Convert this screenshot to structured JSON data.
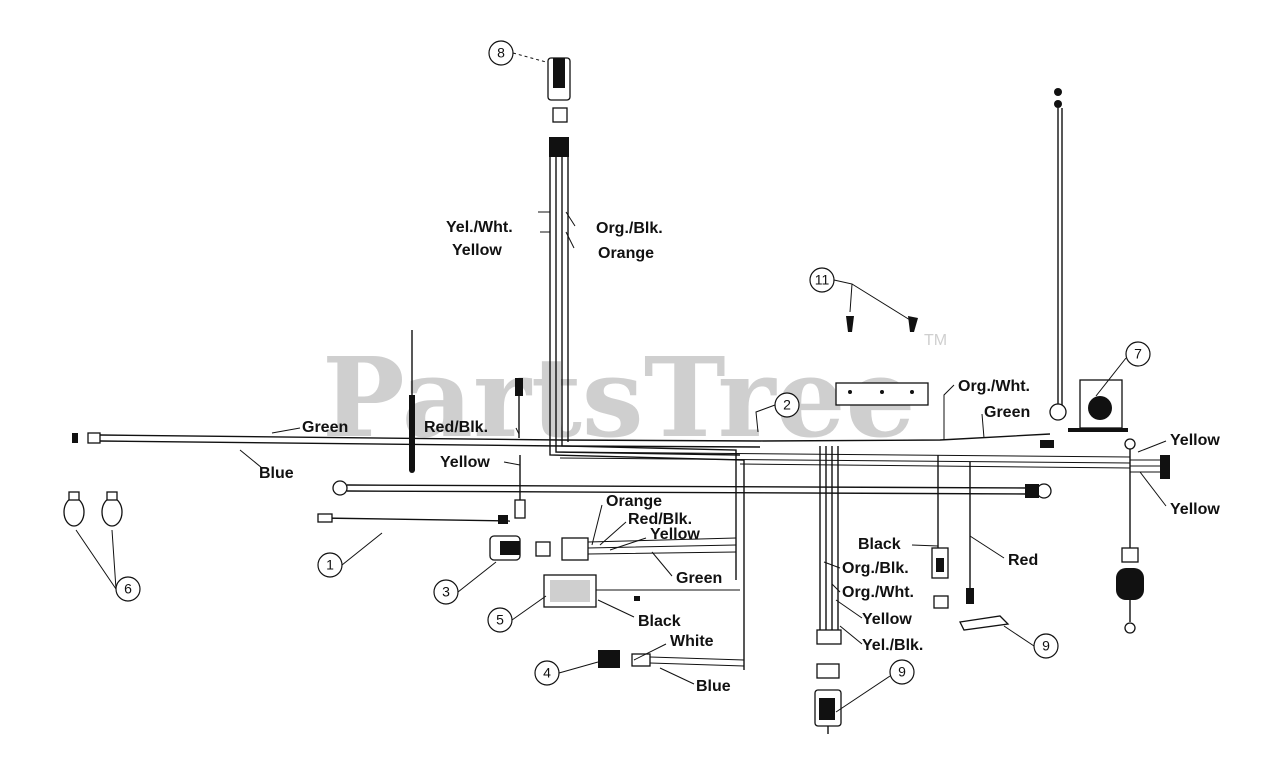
{
  "watermark": {
    "text": "PartsTree",
    "trademark": "TM"
  },
  "wire_labels": {
    "yel_wht_top": "Yel./Wht.",
    "org_blk_top": "Org./Blk.",
    "yellow_top": "Yellow",
    "orange_top": "Orange",
    "green_left": "Green",
    "blue_left": "Blue",
    "red_blk_mid": "Red/Blk.",
    "yellow_mid": "Yellow",
    "orange_mid": "Orange",
    "red_blk_lower": "Red/Blk.",
    "yellow_lower": "Yellow",
    "green_lower": "Green",
    "black_lower": "Black",
    "white_lower": "White",
    "blue_lower": "Blue",
    "org_wht_right": "Org./Wht.",
    "green_right": "Green",
    "yellow_right_top": "Yellow",
    "yellow_right_bottom": "Yellow",
    "black_right": "Black",
    "red_right": "Red",
    "org_blk_right": "Org./Blk.",
    "org_wht_right2": "Org./Wht.",
    "yellow_right2": "Yellow",
    "yel_blk_right": "Yel./Blk."
  },
  "callouts": [
    "1",
    "2",
    "3",
    "4",
    "5",
    "6",
    "7",
    "8",
    "9",
    "9",
    "11"
  ],
  "colors": {
    "line": "#111111",
    "watermark": "#cfcfcf",
    "background": "#ffffff"
  }
}
